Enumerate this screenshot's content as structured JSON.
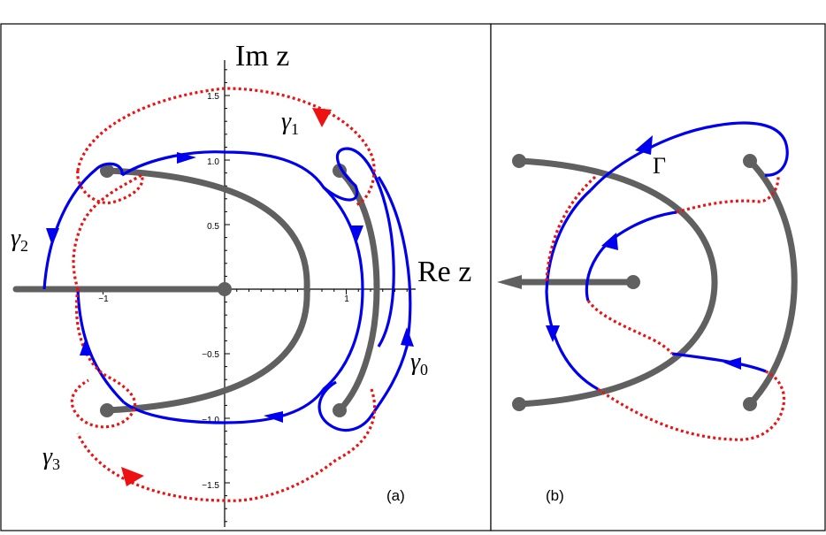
{
  "panel_a": {
    "axis_labels": {
      "imaginary": "Im z",
      "real": "Re z"
    },
    "x_ticks": [
      {
        "value": -1,
        "label": "−1"
      },
      {
        "value": 1,
        "label": "1"
      }
    ],
    "y_ticks": [
      {
        "value": 1.5,
        "label": "1.5"
      },
      {
        "value": 1.0,
        "label": "1.0"
      },
      {
        "value": 0.5,
        "label": "0.5"
      },
      {
        "value": -0.5,
        "label": "−0.5"
      },
      {
        "value": -1.0,
        "label": "−1.0"
      },
      {
        "value": -1.5,
        "label": "−1.5"
      }
    ],
    "curve_labels": {
      "gamma0": {
        "symbol": "γ",
        "subscript": "0"
      },
      "gamma1": {
        "symbol": "γ",
        "subscript": "1"
      },
      "gamma2": {
        "symbol": "γ",
        "subscript": "2"
      },
      "gamma3": {
        "symbol": "γ",
        "subscript": "3"
      }
    },
    "panel_label": "(a)"
  },
  "panel_b": {
    "contour_label": "Γ",
    "panel_label": "(b)"
  },
  "colors": {
    "branch_cut": "#606060",
    "blue_contour": "#0000ee",
    "red_contour": "#ee1111"
  }
}
